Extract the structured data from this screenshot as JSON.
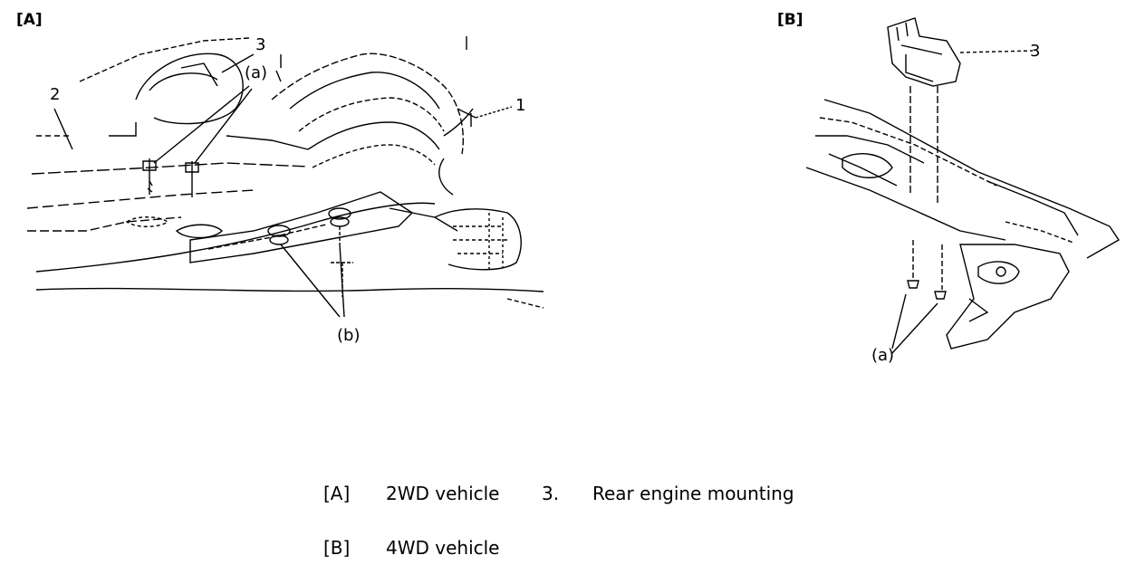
{
  "panels": {
    "a": {
      "label": "[A]",
      "callouts": {
        "item1": "1",
        "item2": "2",
        "item3": "3",
        "fastener_a": "(a)",
        "fastener_b": "(b)"
      }
    },
    "b": {
      "label": "[B]",
      "callouts": {
        "item3": "3",
        "fastener_a": "(a)"
      }
    }
  },
  "legend": {
    "row1": {
      "key": "[A]",
      "text": "2WD vehicle",
      "num": "3.",
      "num_text": "Rear engine mounting"
    },
    "row2": {
      "key": "[B]",
      "text": "4WD vehicle"
    }
  }
}
